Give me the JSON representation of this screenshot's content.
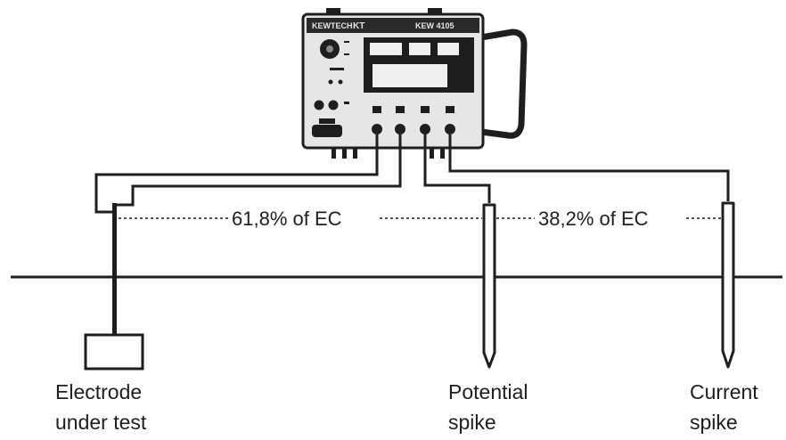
{
  "instrument": {
    "brand": "KEWTECH",
    "model": "KT",
    "header_right": "KEW 4105"
  },
  "diagram": {
    "ratio_left": "61,8% of EC",
    "ratio_right": "38,2% of EC",
    "labels": {
      "electrode": [
        "Electrode",
        "under test"
      ],
      "potential": [
        "Potential",
        "spike"
      ],
      "current": [
        "Current",
        "spike"
      ]
    }
  },
  "colors": {
    "ink": "#1e1e1e",
    "background": "#ffffff",
    "meter_body": "#e6e6e6",
    "display": "#efefef"
  }
}
